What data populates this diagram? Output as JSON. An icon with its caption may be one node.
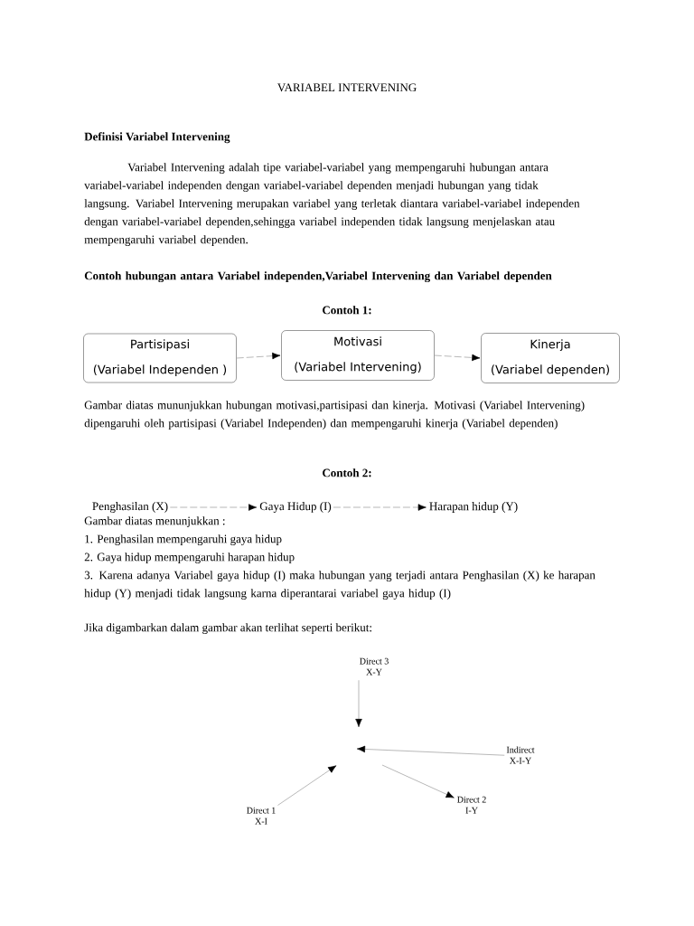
{
  "diagram": {
    "title": "VARIABEL INTERVENING",
    "nodes": [
      {
        "text": [
          "Partisipasi",
          "(Variabel Independen )"
        ]
      },
      {
        "text": [
          "Motivasi",
          "(Variabel Intervening)"
        ]
      },
      {
        "text": [
          "Kinerja",
          "(Variabel dependen)"
        ]
      },
      {
        "text": [
          "Penghasilan (X)"
        ]
      },
      {
        "text": [
          "Gaya Hidup (I)"
        ]
      },
      {
        "text": [
          "Harapan hidup (Y)"
        ]
      },
      {
        "text": [
          "Direct 3",
          "X-Y"
        ]
      },
      {
        "text": [
          "Indirect",
          "X-I-Y"
        ]
      },
      {
        "text": [
          "Direct 1",
          "X-I"
        ]
      },
      {
        "text": [
          "Direct 2",
          "I-Y"
        ]
      }
    ],
    "edges": [
      {
        "from": 0,
        "to": 1,
        "arrow": "to",
        "style": "dashed"
      },
      {
        "from": 1,
        "to": 2,
        "arrow": "to",
        "style": "dashed"
      },
      {
        "from": 3,
        "to": 4,
        "arrow": "to",
        "style": "dashed"
      },
      {
        "from": 4,
        "to": 5,
        "arrow": "to",
        "style": "dashed"
      },
      {
        "from": 6,
        "to": null,
        "arrow": "to"
      },
      {
        "from": 7,
        "to": null,
        "arrow": "to"
      },
      {
        "from": 8,
        "to": null,
        "arrow": "to"
      },
      {
        "from": null,
        "to": 9,
        "arrow": "to"
      }
    ],
    "labels": [
      "Definisi Variabel Intervening",
      "Variabel Intervening adalah tipe variabel-variabel yang mempengaruhi hubungan antara variabel-variabel independen dengan variabel-variabel dependen menjadi hubungan yang tidak langsung. Variabel Intervening merupakan variabel yang terletak diantara variabel-variabel independen dengan variabel-variabel dependen,sehingga variabel independen tidak langsung menjelaskan atau mempengaruhi variabel dependen.",
      "Contoh hubungan antara Variabel independen,Variabel Intervening dan Variabel dependen",
      "Contoh 1:",
      "Gambar diatas mununjukkan hubungan motivasi,partisipasi dan kinerja. Motivasi (Variabel Intervening) dipengaruhi oleh partisipasi (Variabel Independen) dan mempengaruhi kinerja (Variabel dependen)",
      "Contoh 2:",
      "Gambar diatas menunjukkan :",
      "1. Penghasilan mempengaruhi gaya hidup",
      "2. Gaya hidup mempengaruhi harapan hidup",
      "3. Karena adanya Variabel gaya hidup (I) maka hubungan yang terjadi antara Penghasilan (X) ke harapan hidup (Y) menjadi tidak langsung karna diperantarai variabel gaya hidup (I)",
      "Jika digambarkan dalam gambar akan terlihat seperti berikut:"
    ]
  }
}
